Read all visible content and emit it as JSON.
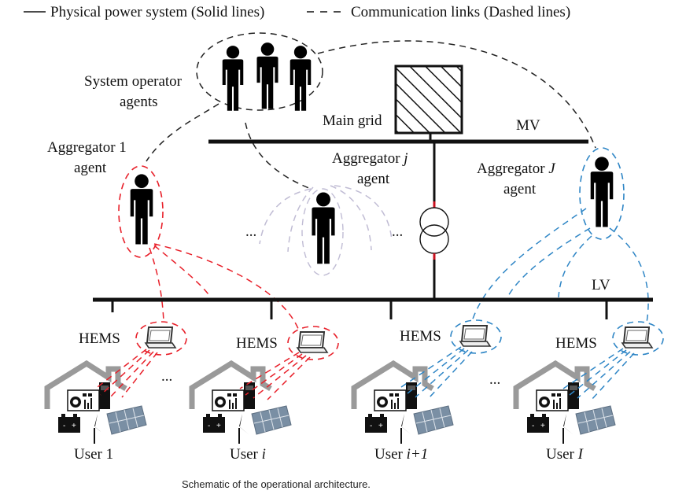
{
  "legend": {
    "solid": "Physical power system (Solid lines)",
    "dashed": "Communication links (Dashed lines)"
  },
  "labels": {
    "system_operator_line1": "System operator",
    "system_operator_line2": "agents",
    "main_grid": "Main grid",
    "mv": "MV",
    "lv": "LV",
    "aggregator_1_line1": "Aggregator 1",
    "aggregator_1_line2": "agent",
    "aggregator_j_line1": "Aggregator",
    "aggregator_j_var": "j",
    "aggregator_j_line2": "agent",
    "aggregator_J_line1": "Aggregator",
    "aggregator_J_var": "J",
    "aggregator_J_line2": "agent",
    "ellipsis": "..."
  },
  "hems": [
    {
      "label": "HEMS"
    },
    {
      "label": "HEMS"
    },
    {
      "label": "HEMS"
    },
    {
      "label": "HEMS"
    }
  ],
  "users": [
    {
      "prefix": "User ",
      "var": "",
      "num": "1",
      "suffix": ""
    },
    {
      "prefix": "User ",
      "var": "i",
      "num": "",
      "suffix": ""
    },
    {
      "prefix": "User ",
      "var": "i",
      "num": "",
      "suffix": "+1"
    },
    {
      "prefix": "User ",
      "var": "I",
      "num": "",
      "suffix": ""
    }
  ],
  "caption": "Schematic of the operational architecture.",
  "colors": {
    "red_link": "#e8202a",
    "blue_link": "#2f86c6",
    "black_link": "#222222",
    "lilac_link": "#c0bcd4",
    "bus": "#111111",
    "transformer_tap": "#c8101e"
  }
}
